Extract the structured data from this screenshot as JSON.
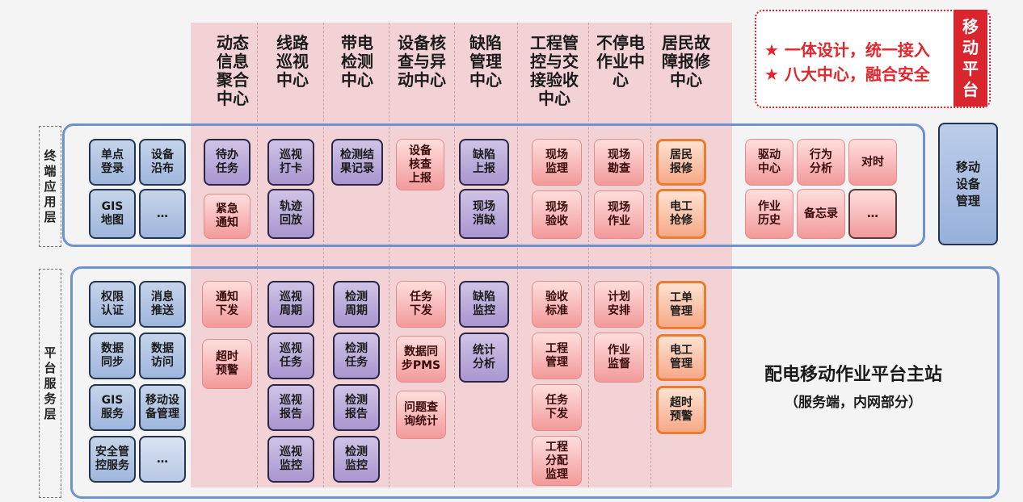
{
  "columns": [
    {
      "id": "c1",
      "header": "动态\n信息\n聚合\n中心"
    },
    {
      "id": "c2",
      "header": "线路\n巡视\n中心"
    },
    {
      "id": "c3",
      "header": "带电\n检测\n中心"
    },
    {
      "id": "c4",
      "header": "设备核\n查与异\n动中心"
    },
    {
      "id": "c5",
      "header": "缺陷\n管理\n中心"
    },
    {
      "id": "c6",
      "header": "工程管\n控与交\n接验收\n中心"
    },
    {
      "id": "c7",
      "header": "不停电\n作业中\n心"
    },
    {
      "id": "c8",
      "header": "居民故\n障报修\n中心"
    }
  ],
  "mobile_platform": {
    "label": "移\n动\n平\n台",
    "taglines": [
      "★ 一体设计，统一接入",
      "★ 八大中心，融合安全"
    ]
  },
  "layers": {
    "terminal": {
      "label": "终\n端\n应\n用\n层"
    },
    "platform": {
      "label": "平\n台\n服\n务\n层"
    }
  },
  "terminal": {
    "base": [
      "单点\n登录",
      "设备\n沿布",
      "GIS\n地图",
      "…"
    ],
    "c1": [
      "待办\n任务",
      "紧急\n通知"
    ],
    "c2": [
      "巡视\n打卡",
      "轨迹\n回放"
    ],
    "c3": [
      "检测结\n果记录"
    ],
    "c4": [
      "设备\n核查\n上报"
    ],
    "c5": [
      "缺陷\n上报",
      "现场\n消缺"
    ],
    "c6": [
      "现场\n监理",
      "现场\n验收"
    ],
    "c7": [
      "现场\n勘查",
      "现场\n作业"
    ],
    "c8": [
      "居民\n报修",
      "电工\n抢修"
    ],
    "right": [
      "驱动\n中心",
      "行为\n分析",
      "对时",
      "作业\n历史",
      "备忘录",
      "…"
    ]
  },
  "mobile_device": "移动\n设备\n管理",
  "platform": {
    "base": [
      "权限\n认证",
      "消息\n推送",
      "数据\n同步",
      "数据\n访问",
      "GIS\n服务",
      "移动设\n备管理",
      "安全管\n控服务",
      "…"
    ],
    "c1": [
      "通知\n下发",
      "超时\n预警"
    ],
    "c2": [
      "巡视\n周期",
      "巡视\n任务",
      "巡视\n报告",
      "巡视\n监控"
    ],
    "c3": [
      "检测\n周期",
      "检测\n任务",
      "检测\n报告",
      "检测\n监控"
    ],
    "c4": [
      "任务\n下发",
      "数据同\n步PMS",
      "问题查\n询统计"
    ],
    "c5": [
      "缺陷\n监控",
      "统计\n分析"
    ],
    "c6": [
      "验收\n标准",
      "工程\n管理",
      "任务\n下发",
      "工程\n分配\n监理"
    ],
    "c7": [
      "计划\n安排",
      "作业\n监督"
    ],
    "c8": [
      "工单\n管理",
      "电工\n管理",
      "超时\n预警"
    ]
  },
  "main_station": {
    "title": "配电移动作业平台主站",
    "subtitle": "（服务端，内网部分）"
  }
}
